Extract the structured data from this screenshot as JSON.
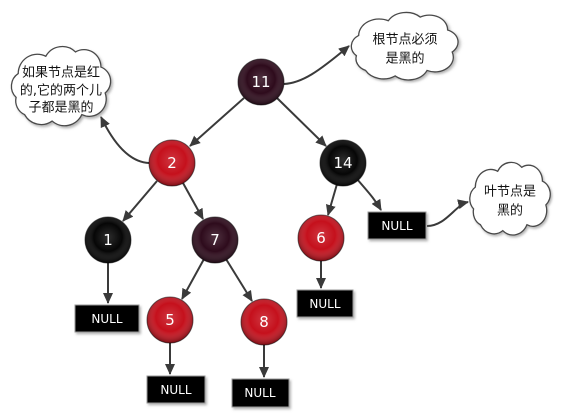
{
  "nodes": [
    {
      "value": "11",
      "fill": "#2e0b1c"
    },
    {
      "value": "2",
      "fill": "#c5101c"
    },
    {
      "value": "14",
      "fill": "#060606"
    },
    {
      "value": "1",
      "fill": "#060606"
    },
    {
      "value": "7",
      "fill": "#2e0b1c"
    },
    {
      "value": "6",
      "fill": "#c5101c"
    },
    {
      "value": "5",
      "fill": "#c5101c"
    },
    {
      "value": "8",
      "fill": "#c5101c"
    }
  ],
  "null_leaves": [
    {
      "label": "NULL"
    },
    {
      "label": "NULL"
    },
    {
      "label": "NULL"
    },
    {
      "label": "NULL"
    },
    {
      "label": "NULL"
    }
  ],
  "notes": {
    "root_black": [
      "根节点必须",
      "是黑的"
    ],
    "red_children_black": [
      "如果节点是红",
      "的,它的两个儿",
      "子都是黑的"
    ],
    "leaves_black": [
      "叶节点是",
      "黑的"
    ]
  }
}
